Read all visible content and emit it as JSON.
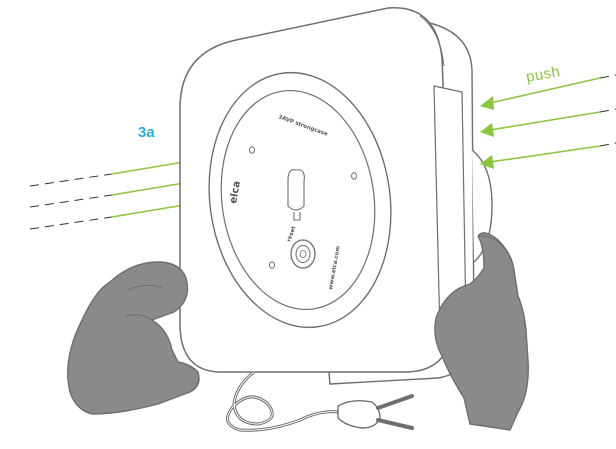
{
  "step_label": "3a",
  "push_label": "push",
  "brand": "elca",
  "device_top_text": "3AVP strongcase",
  "device_button_text": "reset",
  "device_bottom_text": "www.elca.com",
  "colors": {
    "accent_green": "#8cc63f",
    "step_blue": "#29a9e1",
    "outline": "#6d6e71",
    "hand_fill": "#8a8a8d",
    "dash_line": "#333333",
    "device_fill": "#ffffff"
  }
}
